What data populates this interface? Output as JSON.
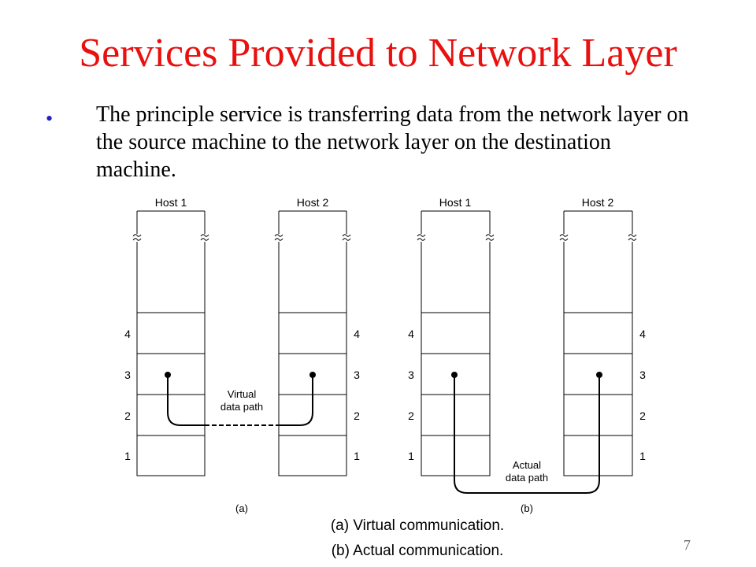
{
  "slide": {
    "title": "Services Provided to Network Layer",
    "bullet_text": "The principle service is transferring data from the network layer on the source machine to the network layer on the destination machine.",
    "page_number": "7"
  },
  "figure": {
    "diagram_a": {
      "host1_label": "Host 1",
      "host2_label": "Host 2",
      "path_label_line1": "Virtual",
      "path_label_line2": "data path",
      "panel_label": "(a)"
    },
    "diagram_b": {
      "host1_label": "Host 1",
      "host2_label": "Host 2",
      "path_label_line1": "Actual",
      "path_label_line2": "data path",
      "panel_label": "(b)"
    },
    "layer_numbers": [
      "4",
      "3",
      "2",
      "1"
    ],
    "caption_line1": "(a) Virtual communication.",
    "caption_line2": "(b) Actual communication."
  }
}
